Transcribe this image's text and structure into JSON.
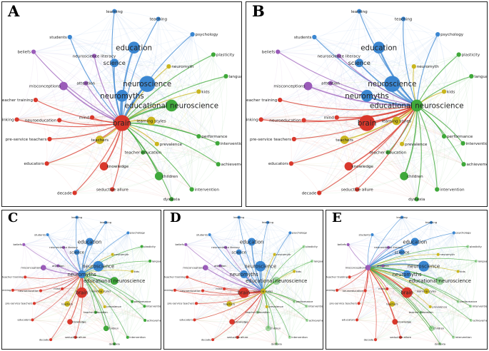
{
  "panels": [
    {
      "letter": "A",
      "focus": "brain"
    },
    {
      "letter": "B",
      "focus": "educational neuroscience"
    },
    {
      "letter": "C",
      "focus": "neuromyths"
    },
    {
      "letter": "D",
      "focus": "learning styles"
    },
    {
      "letter": "E",
      "focus": "misconceptions"
    }
  ],
  "cluster_colors": {
    "red": "#d9372b",
    "green": "#3fa83a",
    "blue": "#3a86d1",
    "yellow": "#c9b51d",
    "purple": "#9a5bb9",
    "cyan": "#4fb1c9"
  },
  "nodes": [
    {
      "id": "learning",
      "label": "learning",
      "cluster": "blue",
      "weight": 1
    },
    {
      "id": "teaching",
      "label": "teaching",
      "cluster": "blue",
      "weight": 1
    },
    {
      "id": "students",
      "label": "students",
      "cluster": "blue",
      "weight": 1
    },
    {
      "id": "psychology",
      "label": "psychology",
      "cluster": "blue",
      "weight": 1
    },
    {
      "id": "beliefs",
      "label": "beliefs",
      "cluster": "purple",
      "weight": 1
    },
    {
      "id": "education",
      "label": "education",
      "cluster": "blue",
      "weight": 3
    },
    {
      "id": "plasticity",
      "label": "plasticity",
      "cluster": "green",
      "weight": 1
    },
    {
      "id": "neurolit",
      "label": "neuroscience literacy",
      "cluster": "purple",
      "weight": 1
    },
    {
      "id": "science",
      "label": "science",
      "cluster": "blue",
      "weight": 2
    },
    {
      "id": "neuromyth",
      "label": "neuromyth",
      "cluster": "yellow",
      "weight": 1
    },
    {
      "id": "language",
      "label": "language",
      "cluster": "green",
      "weight": 1
    },
    {
      "id": "misconceptions",
      "label": "misconceptions",
      "cluster": "purple",
      "weight": 2
    },
    {
      "id": "attention",
      "label": "attention",
      "cluster": "purple",
      "weight": 1
    },
    {
      "id": "neuroscience",
      "label": "neuroscience",
      "cluster": "blue",
      "weight": 4
    },
    {
      "id": "kids",
      "label": "kids",
      "cluster": "yellow",
      "weight": 1
    },
    {
      "id": "neuromyths",
      "label": "neuromyths",
      "cluster": "blue",
      "weight": 3
    },
    {
      "id": "eduneuro",
      "label": "educational neuroscience",
      "cluster": "green",
      "weight": 3
    },
    {
      "id": "teachertraining",
      "label": "teacher training",
      "cluster": "red",
      "weight": 1
    },
    {
      "id": "thinking",
      "label": "thinking",
      "cluster": "red",
      "weight": 1
    },
    {
      "id": "neuroeducation",
      "label": "neuroeducation",
      "cluster": "red",
      "weight": 1
    },
    {
      "id": "mind",
      "label": "mind",
      "cluster": "red",
      "weight": 1
    },
    {
      "id": "brain",
      "label": "brain",
      "cluster": "red",
      "weight": 4
    },
    {
      "id": "learningstyles",
      "label": "learning styles",
      "cluster": "yellow",
      "weight": 2
    },
    {
      "id": "preservice",
      "label": "pre-service teachers",
      "cluster": "red",
      "weight": 1
    },
    {
      "id": "teachers",
      "label": "teachers",
      "cluster": "yellow",
      "weight": 2
    },
    {
      "id": "performance",
      "label": "performance",
      "cluster": "green",
      "weight": 1
    },
    {
      "id": "prevalence",
      "label": "prevalence",
      "cluster": "yellow",
      "weight": 1
    },
    {
      "id": "interventions",
      "label": "interventions",
      "cluster": "green",
      "weight": 1
    },
    {
      "id": "educators",
      "label": "educators",
      "cluster": "red",
      "weight": 1
    },
    {
      "id": "teachereducation",
      "label": "teacher education",
      "cluster": "green",
      "weight": 1
    },
    {
      "id": "knowledge",
      "label": "knowledge",
      "cluster": "red",
      "weight": 2
    },
    {
      "id": "achievement",
      "label": "achievement",
      "cluster": "green",
      "weight": 1
    },
    {
      "id": "children",
      "label": "children",
      "cluster": "green",
      "weight": 2
    },
    {
      "id": "decade",
      "label": "decade",
      "cluster": "red",
      "weight": 1
    },
    {
      "id": "seductive",
      "label": "seductive allure",
      "cluster": "red",
      "weight": 1
    },
    {
      "id": "intervention",
      "label": "intervention",
      "cluster": "green",
      "weight": 1
    },
    {
      "id": "dyslexia",
      "label": "dyslexia",
      "cluster": "green",
      "weight": 1
    }
  ]
}
